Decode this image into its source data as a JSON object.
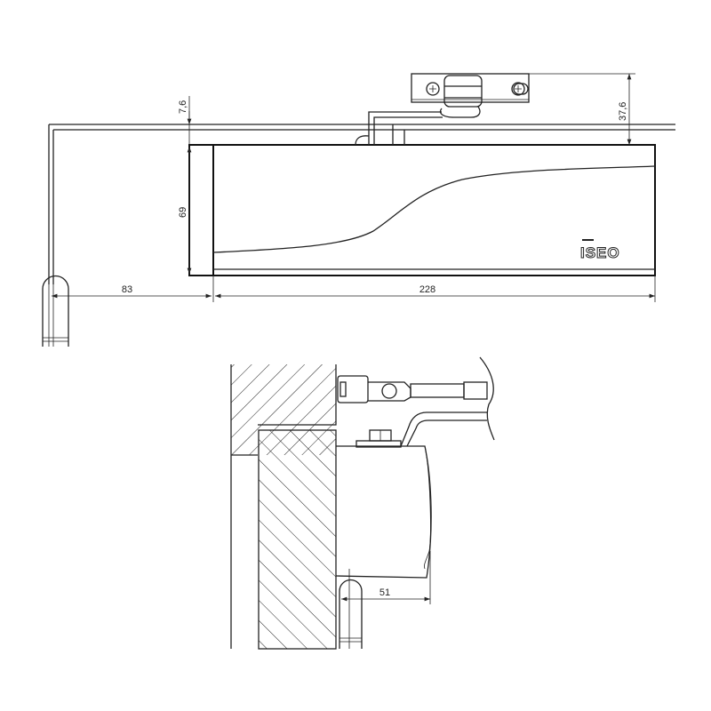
{
  "drawing": {
    "brand_logo": "ISEO",
    "top_view": {
      "dim_rail_offset": "7,6",
      "dim_bracket_height": "37,6",
      "dim_body_height": "69",
      "dim_arm_offset": "83",
      "dim_body_length": "228"
    },
    "side_view": {
      "dim_depth": "51"
    }
  }
}
